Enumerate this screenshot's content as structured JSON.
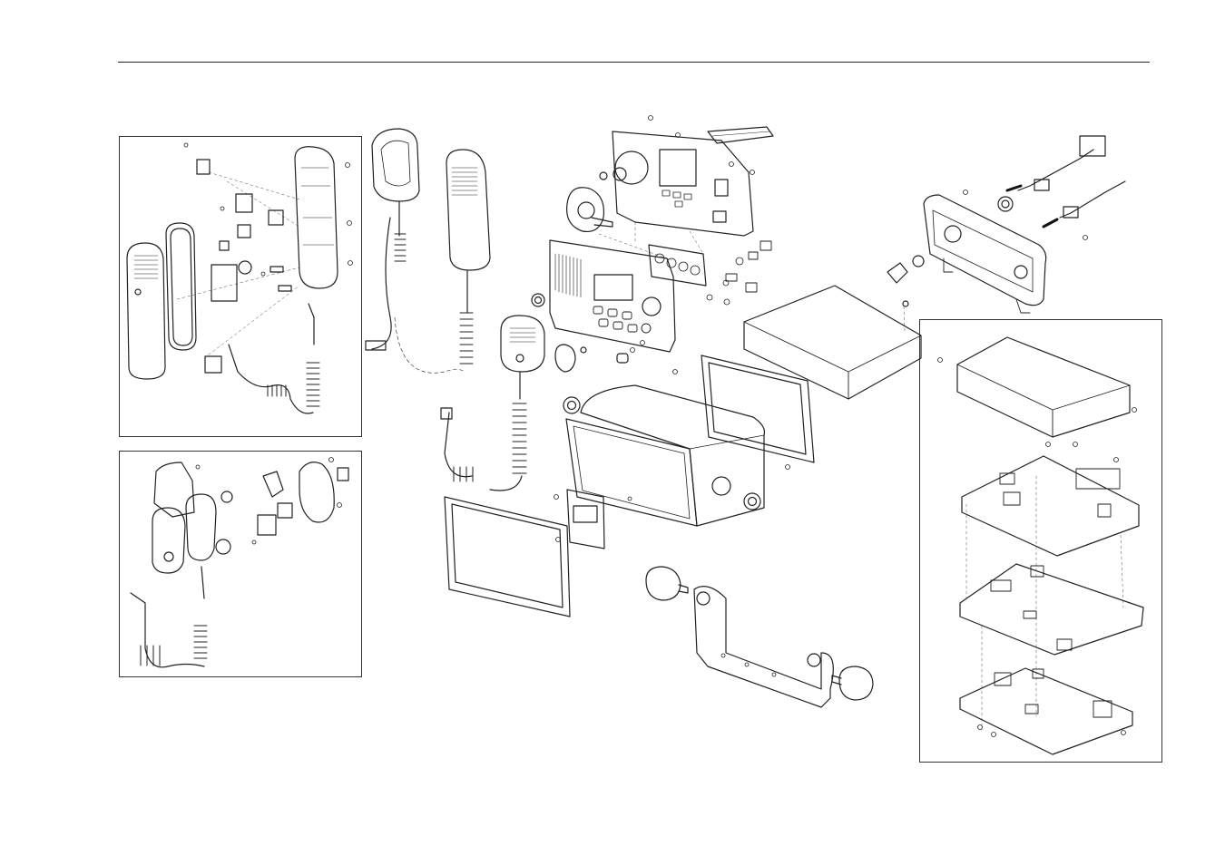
{
  "diagram": {
    "kind": "exploded-parts-view",
    "colors": {
      "line": "#222222",
      "shade": "#9a9a9a",
      "paper": "#ffffff"
    },
    "insets": [
      {
        "name": "handset-detail"
      },
      {
        "name": "fist-microphone-detail"
      },
      {
        "name": "circuit-board-stack-detail"
      }
    ],
    "parts": [
      "radio-front-panel",
      "display-bezel",
      "speaker",
      "keypad-buttons",
      "radio-chassis",
      "gasket",
      "mounting-frame",
      "trim-ring",
      "mounting-bracket",
      "bracket-knobs",
      "fist-microphone",
      "handset",
      "handset-cradle",
      "rear-connector-panel",
      "power-cable",
      "antenna-cable",
      "top-cover",
      "circuit-board-upper",
      "circuit-board-middle",
      "circuit-board-lower"
    ]
  }
}
